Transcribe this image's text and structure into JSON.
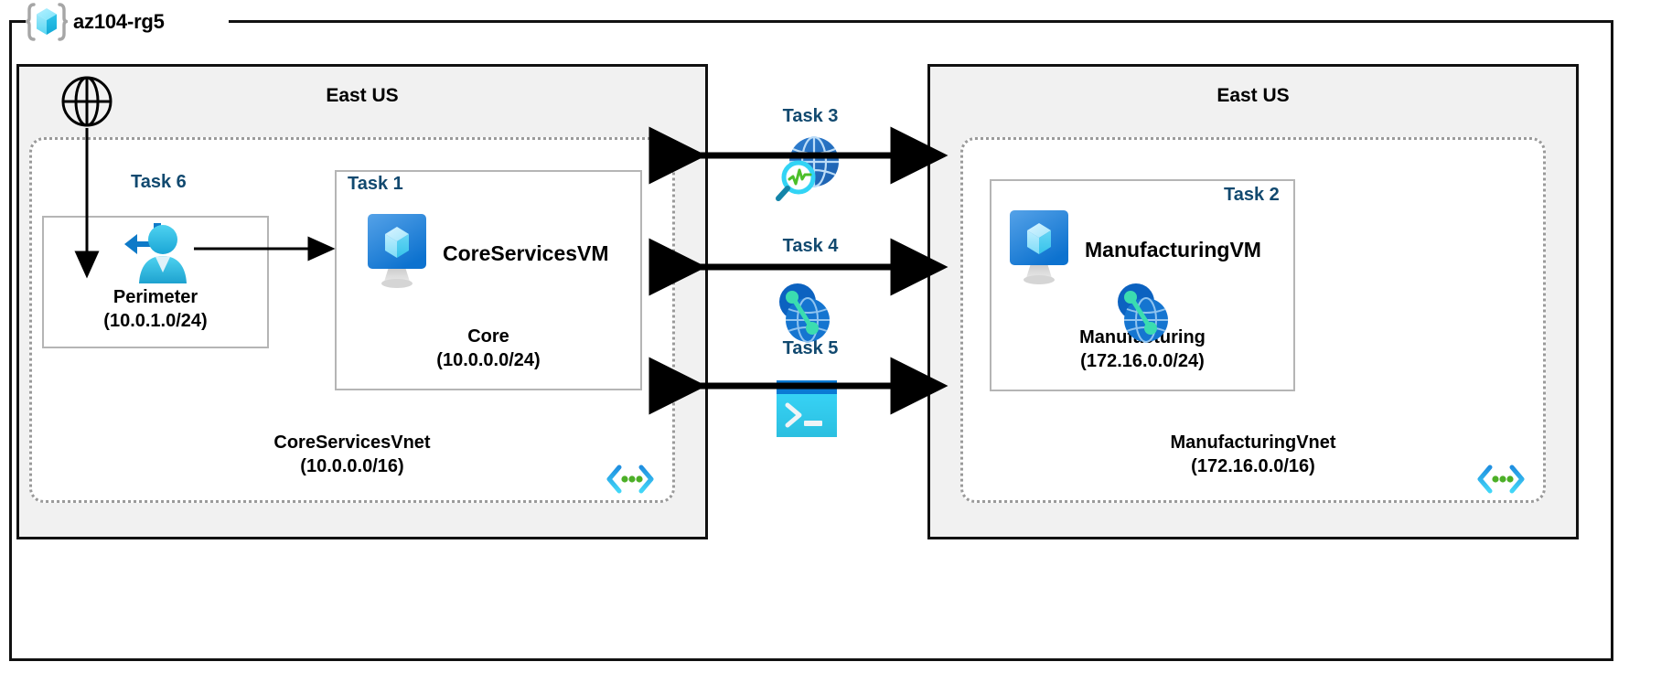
{
  "resource_group": {
    "name": "az104-rg5",
    "icon": "resource-group-cube-icon"
  },
  "regions": [
    {
      "id": "left",
      "title": "East US"
    },
    {
      "id": "right",
      "title": "East US"
    }
  ],
  "internet": {
    "icon": "globe-icon"
  },
  "vnets": [
    {
      "id": "coreservices",
      "name": "CoreServicesVnet",
      "cidr": "(10.0.0.0/16)",
      "corner_icon": "subnet-code-brackets-icon"
    },
    {
      "id": "manufacturing",
      "name": "ManufacturingVnet",
      "cidr": "(172.16.0.0/16)",
      "corner_icon": "subnet-code-brackets-icon"
    }
  ],
  "subnets": [
    {
      "id": "perimeter",
      "task": "Task 6",
      "name": "Perimeter",
      "cidr": "(10.0.1.0/24)",
      "icon": "bastion-user-icon"
    },
    {
      "id": "core",
      "task": "Task 1",
      "name": "Core",
      "cidr": "(10.0.0.0/24)",
      "vm": "CoreServicesVM",
      "icon": "virtual-machine-icon"
    },
    {
      "id": "manufacturing",
      "task": "Task 2",
      "name": "Manufacturing",
      "cidr": "(172.16.0.0/24)",
      "vm": "ManufacturingVM",
      "icon": "virtual-machine-icon"
    }
  ],
  "connections": [
    {
      "id": "task3",
      "label": "Task 3",
      "icon": "network-watcher-icon"
    },
    {
      "id": "task4",
      "label": "Task 4",
      "icon": "vnet-peering-icon"
    },
    {
      "id": "task5",
      "label": "Task 5",
      "icon": "cloud-shell-icon"
    }
  ],
  "colors": {
    "task_label": "#11496f",
    "panel_fill": "#f1f1f1",
    "panel_border": "#111111",
    "vnet_border": "#9a9a9a",
    "subnet_border": "#b5b5b5",
    "azure_blue": "#0078d4",
    "azure_cyan": "#32d4f5",
    "accent_green": "#5bb946"
  }
}
